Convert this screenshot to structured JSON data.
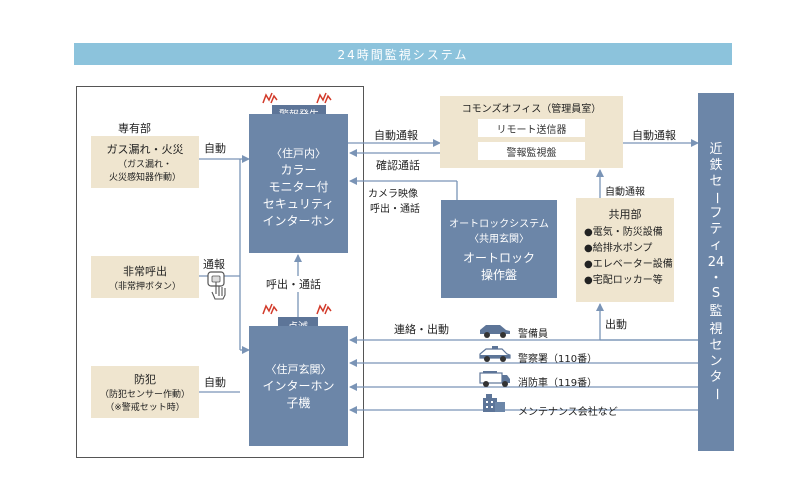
{
  "title": "24時間監視システム",
  "exclusive": {
    "heading": "専有部",
    "gas": {
      "label": "ガス漏れ・火災",
      "sub1": "（ガス漏れ・",
      "sub2": "火災感知器作動）",
      "arrow": "自動"
    },
    "emergency": {
      "label": "非常呼出",
      "sub": "（非常押ボタン）",
      "arrow": "通報"
    },
    "crime": {
      "label": "防犯",
      "sub1": "（防犯センサー作動）",
      "sub2": "（※警戒セット時）",
      "arrow": "自動"
    }
  },
  "monitor": {
    "alarm": "警報発生",
    "place": "〈住戸内〉",
    "line1": "カラー",
    "line2": "モニター付",
    "line3": "セキュリティ",
    "line4": "インターホン"
  },
  "call_label": "呼出・通話",
  "entrance": {
    "blink": "点滅",
    "place": "〈住戸玄関〉",
    "line1": "インターホン",
    "line2": "子機"
  },
  "office": {
    "title": "コモンズオフィス（管理員室）",
    "remote": "リモート送信器",
    "panel": "警報監視盤"
  },
  "labels": {
    "auto_report_left": "自動通報",
    "confirm_call": "確認通話",
    "camera1": "カメラ映像",
    "camera2": "呼出・通話",
    "auto_report_right": "自動通報",
    "auto_report_up": "自動通報",
    "dispatch": "出動",
    "contact": "連絡・出動"
  },
  "autolock": {
    "line1": "オートロックシステム",
    "line2": "〈共用玄関〉",
    "line3": "オートロック",
    "line4": "操作盤"
  },
  "common": {
    "heading": "共用部",
    "items": [
      "●電気・防災設備",
      "●給排水ポンプ",
      "●エレベーター設備",
      "●宅配ロッカー等"
    ]
  },
  "center": {
    "chars": [
      "近",
      "鉄",
      "セ",
      "ー",
      "フ",
      "テ",
      "ィ",
      "24",
      "・",
      "S",
      "監",
      "視",
      "セ",
      "ン",
      "タ",
      "ー"
    ]
  },
  "responders": [
    {
      "label": "警備員",
      "icon": "car-icon"
    },
    {
      "label": "警察署（110番）",
      "icon": "police-car-icon"
    },
    {
      "label": "消防車（119番）",
      "icon": "fire-truck-icon"
    },
    {
      "label": "メンテナンス会社など",
      "icon": "building-icon"
    }
  ],
  "colors": {
    "title_bar": "#8cc3dc",
    "beige": "#efe5cf",
    "blue": "#6c86a8",
    "navy": "#5d7598",
    "alarm_red": "#d23a2a",
    "arrow": "#7a94b6"
  }
}
